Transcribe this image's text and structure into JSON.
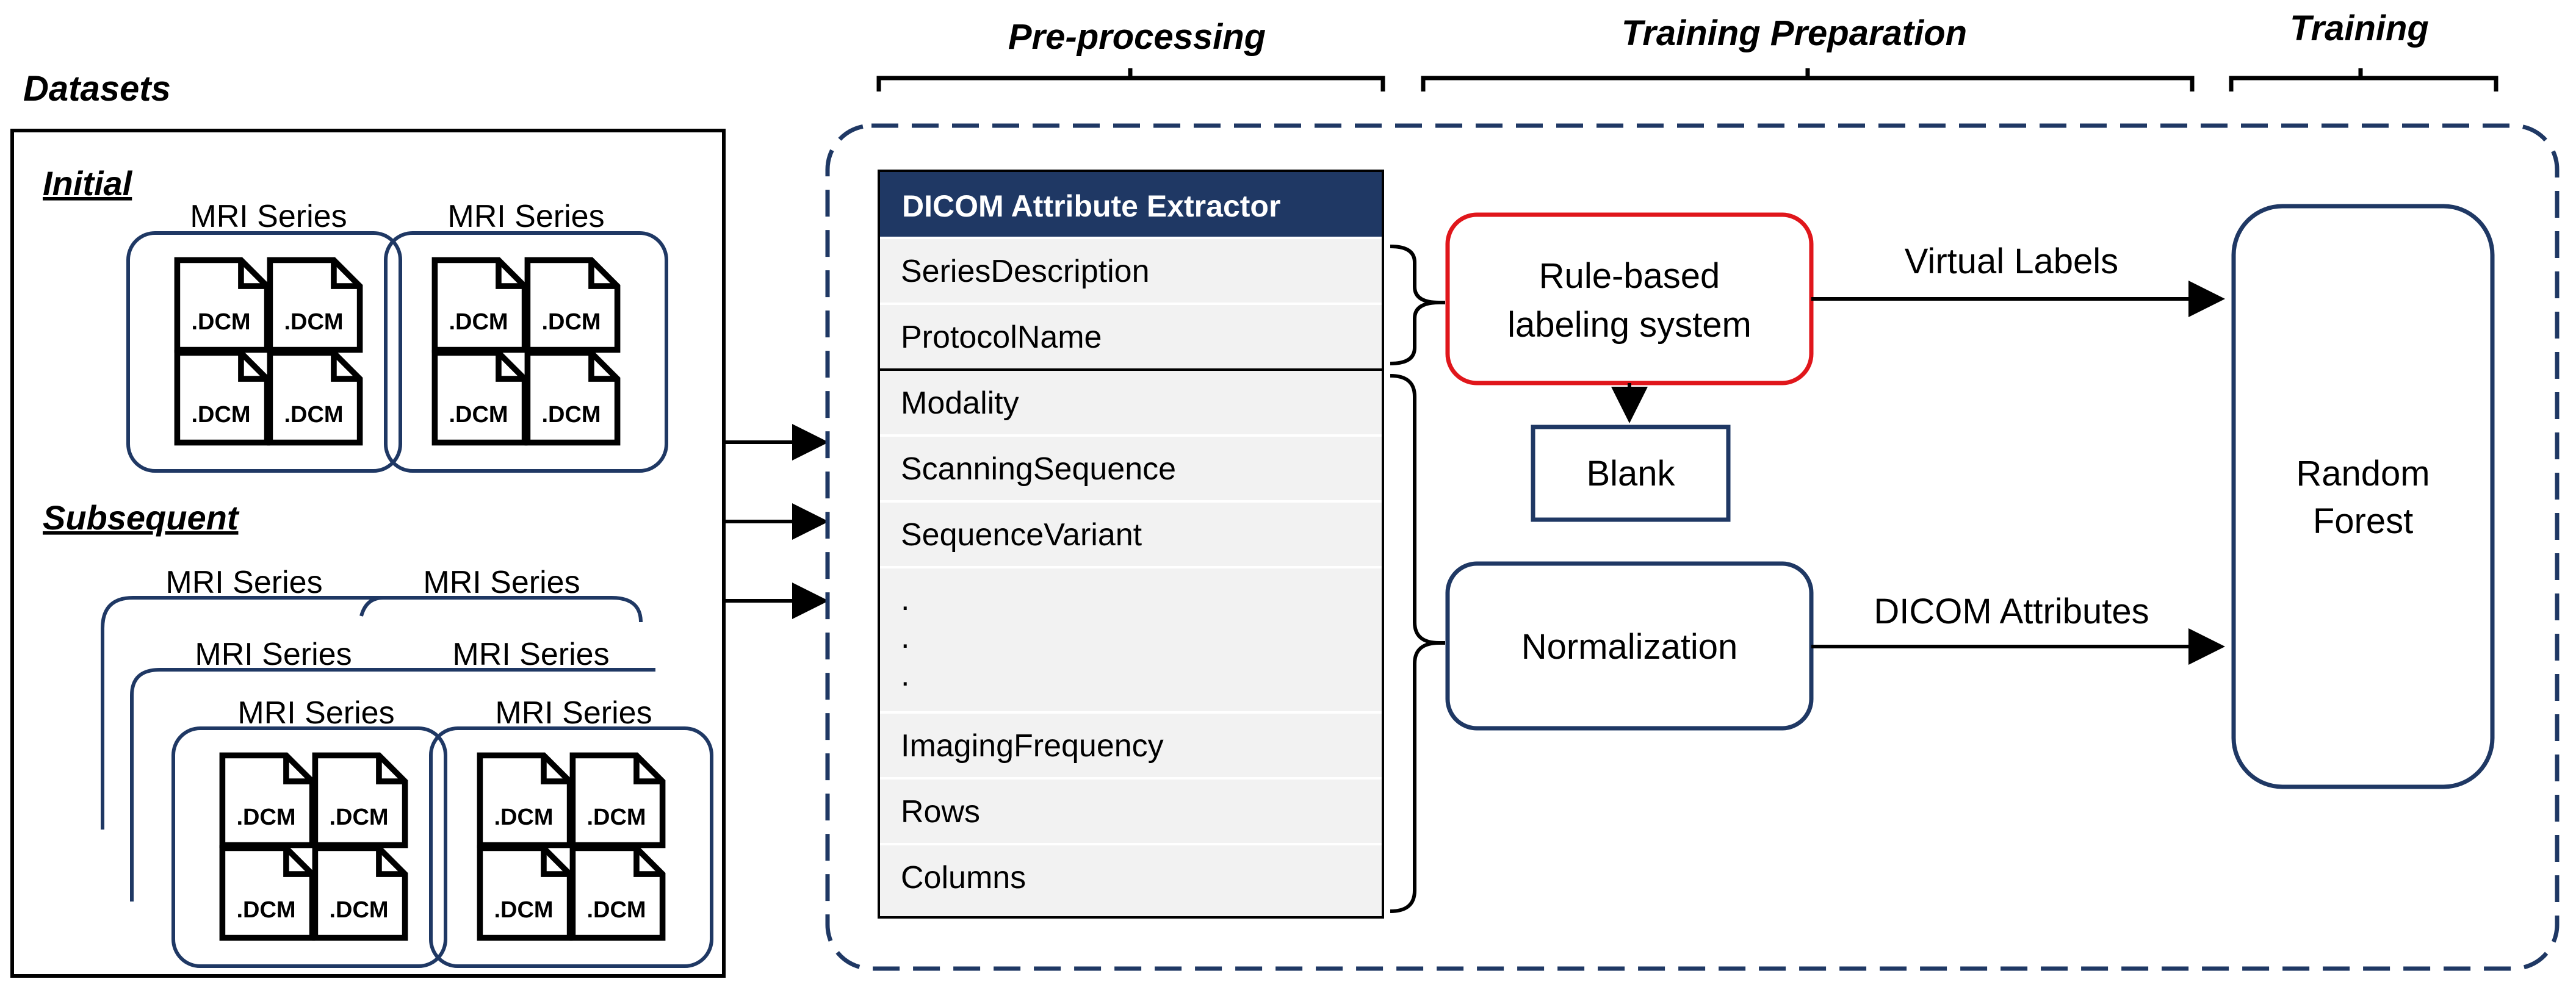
{
  "stages": {
    "datasets": "Datasets",
    "preprocessing": "Pre-processing",
    "training_preparation": "Training Preparation",
    "training": "Training"
  },
  "datasets": {
    "initial_label": "Initial",
    "subsequent_label": "Subsequent",
    "series_label": "MRI Series",
    "file_label": ".DCM"
  },
  "extractor": {
    "title": "DICOM Attribute Extractor",
    "attributes": [
      "SeriesDescription",
      "ProtocolName",
      "Modality",
      "ScanningSequence",
      "SequenceVariant",
      ".",
      ".",
      ".",
      "ImagingFrequency",
      "Rows",
      "Columns"
    ]
  },
  "nodes": {
    "rule_based_line1": "Rule-based",
    "rule_based_line2": "labeling system",
    "blank": "Blank",
    "normalization": "Normalization",
    "random_forest_line1": "Random",
    "random_forest_line2": "Forest"
  },
  "edges": {
    "virtual_labels": "Virtual Labels",
    "dicom_attributes": "DICOM Attributes"
  },
  "colors": {
    "navy": "#1f3864",
    "rule_red": "#e0161b",
    "header_bg": "#1f3864",
    "row_bg": "#f2f2f2"
  }
}
